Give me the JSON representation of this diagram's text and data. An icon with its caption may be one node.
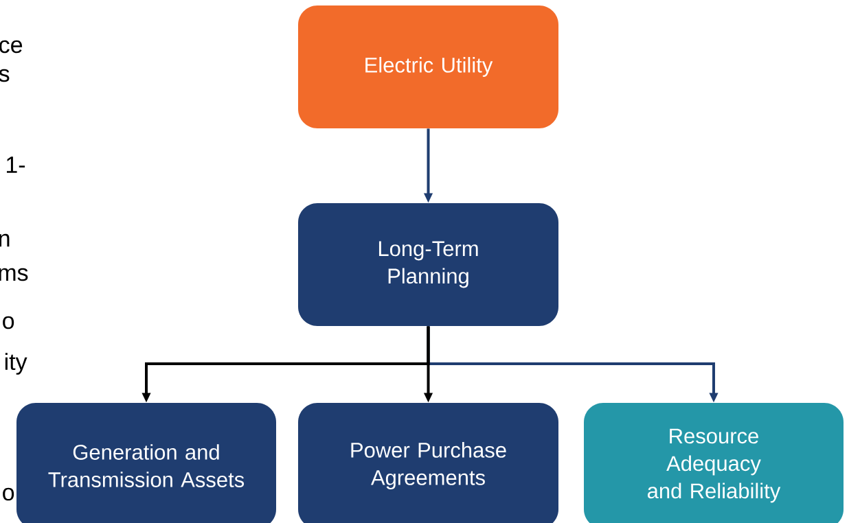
{
  "diagram": {
    "nodes": [
      {
        "text": [
          "Electric Utility"
        ]
      },
      {
        "text": [
          "Long-Term Planning"
        ]
      },
      {
        "text": [
          "Generation and Transmission Assets"
        ]
      },
      {
        "text": [
          "Power Purchase Agreements"
        ]
      },
      {
        "text": [
          "Resource Adequacy and Reliability"
        ]
      }
    ],
    "edges": [
      {
        "from": 0,
        "to": 1,
        "arrow": "to",
        "color": "#1f3d70"
      },
      {
        "from": 1,
        "to": 2,
        "arrow": "to",
        "color": "#000000"
      },
      {
        "from": 1,
        "to": 3,
        "arrow": "to",
        "color": "#000000"
      },
      {
        "from": 1,
        "to": 4,
        "arrow": "to",
        "color": "#1f3d70"
      }
    ],
    "labels": [
      "ce",
      "s",
      "1-",
      "n",
      "ms",
      "o",
      "ity",
      "o"
    ]
  }
}
